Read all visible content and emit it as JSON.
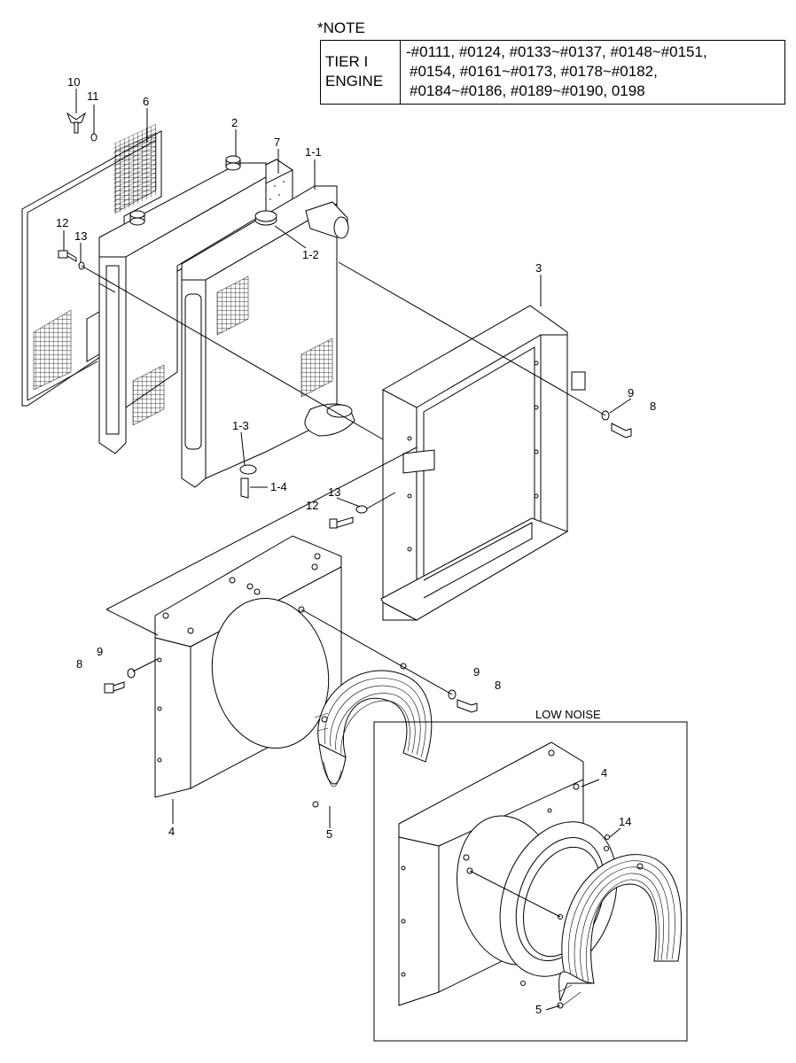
{
  "note": {
    "title": "*NOTE",
    "engine_label_line1": "TIER I",
    "engine_label_line2": "ENGINE",
    "serial_lines": [
      "-#0111, #0124, #0133~#0137, #0148~#0151,",
      "#0154, #0161~#0173, #0178~#0182,",
      "#0184~#0186, #0189~#0190, 0198"
    ]
  },
  "low_noise_label": "LOW NOISE",
  "callouts": {
    "c10": "10",
    "c11": "11",
    "c6": "6",
    "c2": "2",
    "c7": "7",
    "c1_1": "1-1",
    "c12a": "12",
    "c13a": "13",
    "c1_2": "1-2",
    "c3": "3",
    "c9a": "9",
    "c8a": "8",
    "c1_3": "1-3",
    "c1_4": "1-4",
    "c13b": "13",
    "c12b": "12",
    "c9b": "9",
    "c8b": "8",
    "c9c": "9",
    "c8c": "8",
    "c4a": "4",
    "c5a": "5",
    "c4b": "4",
    "c14": "14",
    "c5b": "5"
  }
}
